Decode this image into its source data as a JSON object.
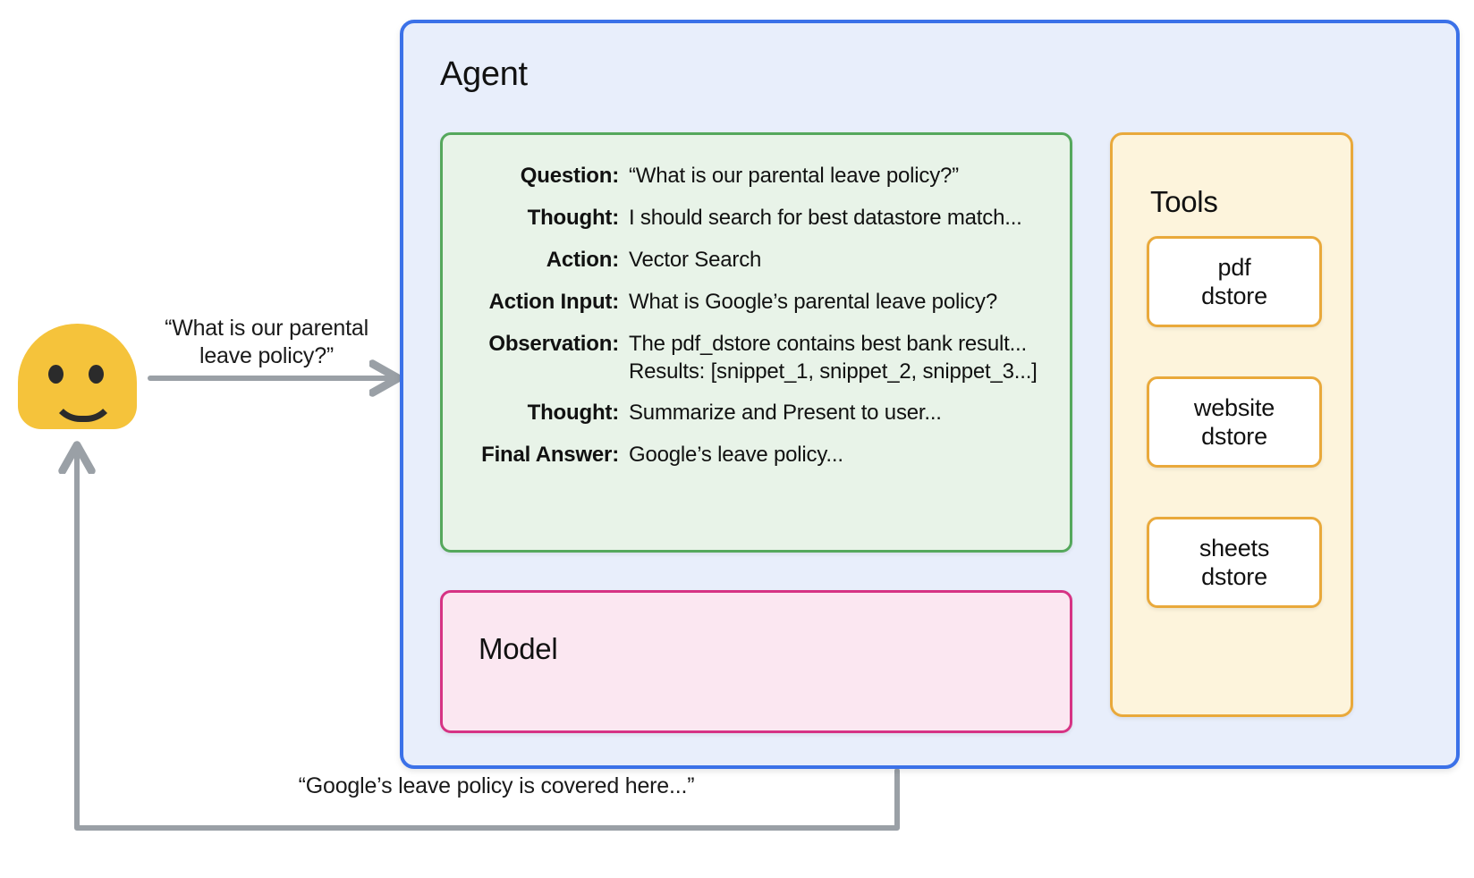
{
  "user": {
    "avatar_icon": "smiley-face-icon",
    "question_caption": "“What is our parental\nleave policy?”",
    "answer_caption": "“Google’s leave policy is covered here...”"
  },
  "agent": {
    "title": "Agent",
    "react": {
      "rows": [
        {
          "label": "Question:",
          "value": "“What is our parental leave policy?”"
        },
        {
          "label": "Thought:",
          "value": "I should search for best datastore match..."
        },
        {
          "label": "Action:",
          "value": "Vector Search"
        },
        {
          "label": "Action Input:",
          "value": "What is Google’s parental leave policy?"
        },
        {
          "label": "Observation:",
          "value": "The pdf_dstore contains best bank result...\nResults: [snippet_1, snippet_2, snippet_3...]"
        },
        {
          "label": "Thought:",
          "value": "Summarize and Present to user..."
        },
        {
          "label": "Final Answer:",
          "value": "Google’s leave policy..."
        }
      ]
    },
    "model": {
      "title": "Model"
    },
    "tools": {
      "title": "Tools",
      "items": [
        {
          "label": "pdf\ndstore"
        },
        {
          "label": "website\ndstore"
        },
        {
          "label": "sheets\ndstore"
        }
      ]
    }
  },
  "colors": {
    "agent_border": "#3B71E8",
    "agent_fill": "#E8EEFB",
    "react_border": "#55A85C",
    "react_fill": "#E8F3E8",
    "model_border": "#D63384",
    "model_fill": "#FBE7F1",
    "tools_border": "#E9A93B",
    "tools_fill": "#FDF4DC",
    "avatar": "#F5C33B",
    "arrow": "#9AA0A6",
    "dotted": "#8A8F94"
  }
}
